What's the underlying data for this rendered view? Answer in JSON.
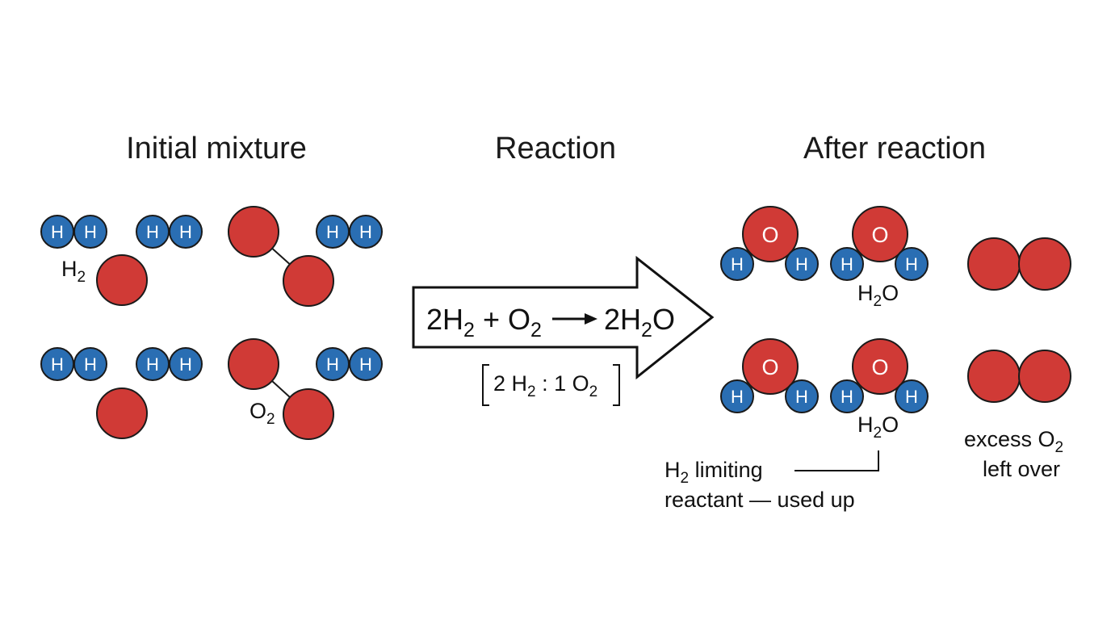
{
  "headings": {
    "initial": "Initial mixture",
    "reaction": "Reaction",
    "after": "After reaction"
  },
  "atoms": {
    "hydrogen": {
      "symbol": "H",
      "color": "#2a6eb3"
    },
    "oxygen": {
      "symbol": "O",
      "color": "#d03a36"
    },
    "outline": "#1a1a1a"
  },
  "labels": {
    "h2_formula": {
      "main": "H",
      "sub": "2"
    },
    "o2_formula": {
      "main": "O",
      "sub": "2"
    },
    "h2o_top": {
      "main": "H",
      "sub": "2",
      "tail": "O"
    },
    "h2o_bottom": {
      "main": "H",
      "sub": "2",
      "tail": "O"
    }
  },
  "equation": {
    "c1": "2H",
    "s1": "2",
    "plus": " + O",
    "s2": "2",
    "c2": "2H",
    "s3": "2",
    "tail": "O"
  },
  "ratio": {
    "part1": "2 H",
    "sub1": "2",
    "mid": " : 1 O",
    "sub2": "2"
  },
  "notes": {
    "limiting_line1_main": "H",
    "limiting_line1_sub": "2",
    "limiting_line1_tail": " limiting",
    "limiting_line2": "reactant — used up",
    "excess_line1_main": "excess O",
    "excess_line1_sub": "2",
    "excess_line2": "left over"
  }
}
